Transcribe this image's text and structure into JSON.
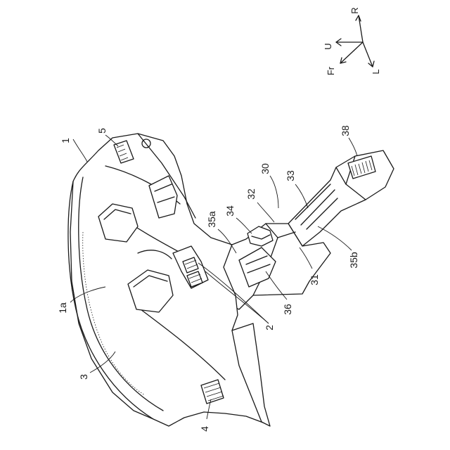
{
  "directions": {
    "up": "U",
    "right": "R",
    "front": "Fr",
    "left": "L"
  },
  "reference_numerals": {
    "assembly": "1",
    "panel_surface": "1a",
    "duct_pair": "2",
    "front_grille": "3",
    "center_vent": "4",
    "side_vent": "5",
    "duct_unit": "30",
    "duct_body": "31",
    "branch_32": "32",
    "branch_33": "33",
    "joint_34": "34",
    "opening_35a": "35a",
    "opening_35b": "35b",
    "part_36": "36",
    "outlet_38": "38"
  }
}
